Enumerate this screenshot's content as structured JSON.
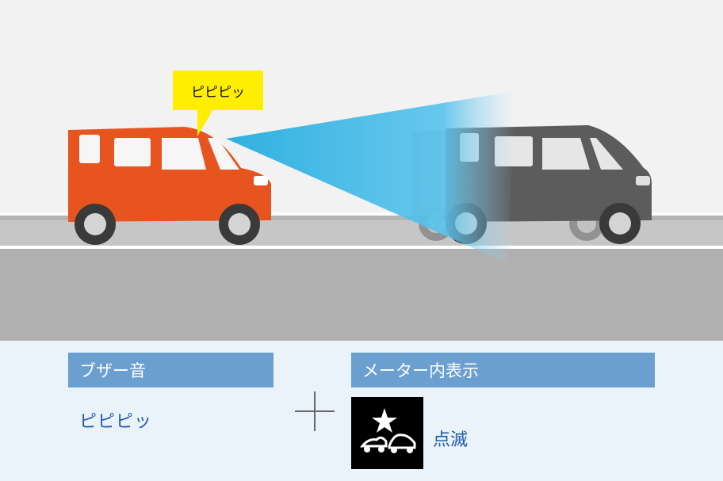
{
  "scene": {
    "bubble_text": "ピピピッ"
  },
  "panel": {
    "buzzer_label": "ブザー音",
    "buzzer_value": "ピピピッ",
    "meter_label": "メーター内表示",
    "meter_value": "点滅"
  },
  "icons": {
    "indicator": "forward-collision-warning-icon"
  },
  "colors": {
    "own_car": "#e8541f",
    "leading_car": "#5c5c5c",
    "sensor_beam": "#37b6e3",
    "bubble": "#ffee00",
    "label_box": "#6a9fd0",
    "text_accent": "#1f5aa8"
  }
}
